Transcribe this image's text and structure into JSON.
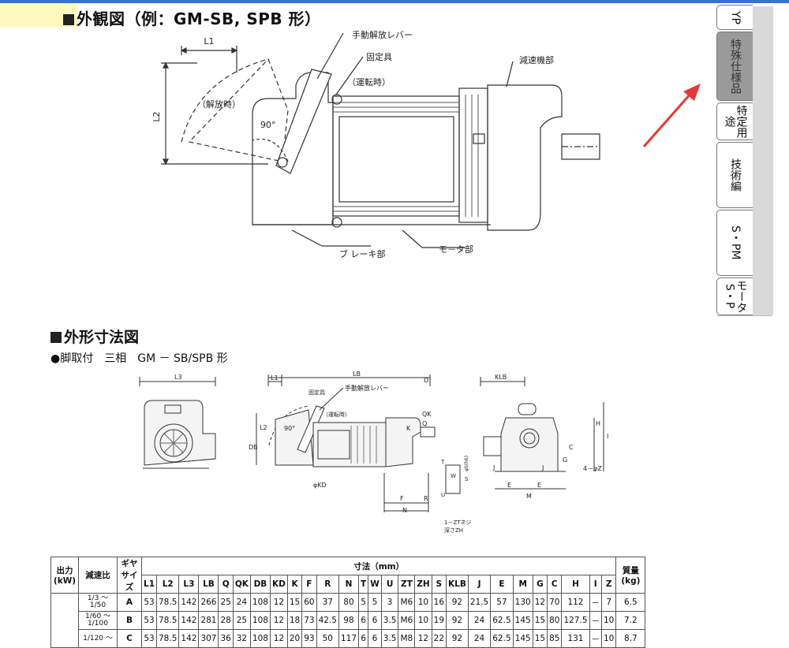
{
  "section1": {
    "title": "外観図（例：GM-SB, SPB 形）"
  },
  "figure1": {
    "labels": {
      "L1": "L1",
      "L2": "L2",
      "lever": "手動解放レバー",
      "fixture": "固定具",
      "running": "（運転時）",
      "released": "（解放時）",
      "angle": "90°",
      "reducer": "減速機部",
      "brake": "ブ レーキ部",
      "motor": "モ－タ部"
    }
  },
  "section2": {
    "title": "外形寸法図",
    "subtitle": "●脚取付　三相　GM － SB/SPB 形"
  },
  "figure2": {
    "labels": {
      "L3": "L3",
      "L1": "L1",
      "LB": "LB",
      "KLB": "KLB",
      "L2": "L2",
      "DB": "DB",
      "lever": "手動解放レバー",
      "fixture": "固定具",
      "running": "（運転時）",
      "angle": "90°",
      "D": "D",
      "QK": "QK",
      "Q": "Q",
      "K": "K",
      "KD": "φKD",
      "N": "N",
      "F": "F",
      "R": "R",
      "S": "S",
      "T": "T",
      "W": "W",
      "U": "U",
      "H": "H",
      "I": "I",
      "C": "C",
      "G": "G",
      "M": "M",
      "E": "E",
      "J": "J",
      "Z": "4－φZ",
      "ZT": "1－ZTネジ",
      "ZH": "深さZH",
      "key": "φS(h6)"
    }
  },
  "tabs": [
    {
      "label": "YP",
      "active": false
    },
    {
      "label": "特殊仕様品",
      "active": true
    },
    {
      "label": "特定用途",
      "active": false
    },
    {
      "label": "技術編",
      "active": false
    },
    {
      "label": "S・PM",
      "active": false
    },
    {
      "label": "モータS・P",
      "active": false
    }
  ],
  "table": {
    "h_output": "出力 (kW)",
    "h_ratio": "減速比",
    "h_gear": "ギヤ サイズ",
    "h_dims": "寸法（mm）",
    "h_mass": "質量 (kg)",
    "columns": [
      "L1",
      "L2",
      "L3",
      "LB",
      "Q",
      "QK",
      "DB",
      "KD",
      "K",
      "F",
      "R",
      "N",
      "T",
      "W",
      "U",
      "ZT",
      "ZH",
      "S",
      "KLB",
      "J",
      "E",
      "M",
      "G",
      "C",
      "H",
      "I",
      "Z"
    ],
    "rows": [
      {
        "ratio": [
          "1/3 ～",
          "1/50"
        ],
        "gear": "A",
        "values": [
          "53",
          "78.5",
          "142",
          "266",
          "25",
          "24",
          "108",
          "12",
          "15",
          "60",
          "37",
          "80",
          "5",
          "5",
          "3",
          "M6",
          "10",
          "16",
          "92",
          "21.5",
          "57",
          "130",
          "12",
          "70",
          "112",
          "－",
          "7"
        ],
        "mass": "6.5"
      },
      {
        "ratio": [
          "1/60 ～",
          "1/100"
        ],
        "gear": "B",
        "values": [
          "53",
          "78.5",
          "142",
          "281",
          "28",
          "25",
          "108",
          "12",
          "18",
          "73",
          "42.5",
          "98",
          "6",
          "6",
          "3.5",
          "M6",
          "10",
          "19",
          "92",
          "24",
          "62.5",
          "145",
          "15",
          "80",
          "127.5",
          "－",
          "10"
        ],
        "mass": "7.2"
      },
      {
        "ratio": [
          "1/120 ～",
          ""
        ],
        "gear": "C",
        "values": [
          "53",
          "78.5",
          "142",
          "307",
          "36",
          "32",
          "108",
          "12",
          "20",
          "93",
          "50",
          "117",
          "6",
          "6",
          "3.5",
          "M8",
          "12",
          "22",
          "92",
          "24",
          "62.5",
          "145",
          "15",
          "85",
          "131",
          "－",
          "10"
        ],
        "mass": "8.7"
      }
    ]
  },
  "colors": {
    "accent_arrow": "#e53935",
    "active_tab": "#9a9a9a",
    "highlight": "#fff7b3",
    "topbar": "#3b6fd1"
  }
}
